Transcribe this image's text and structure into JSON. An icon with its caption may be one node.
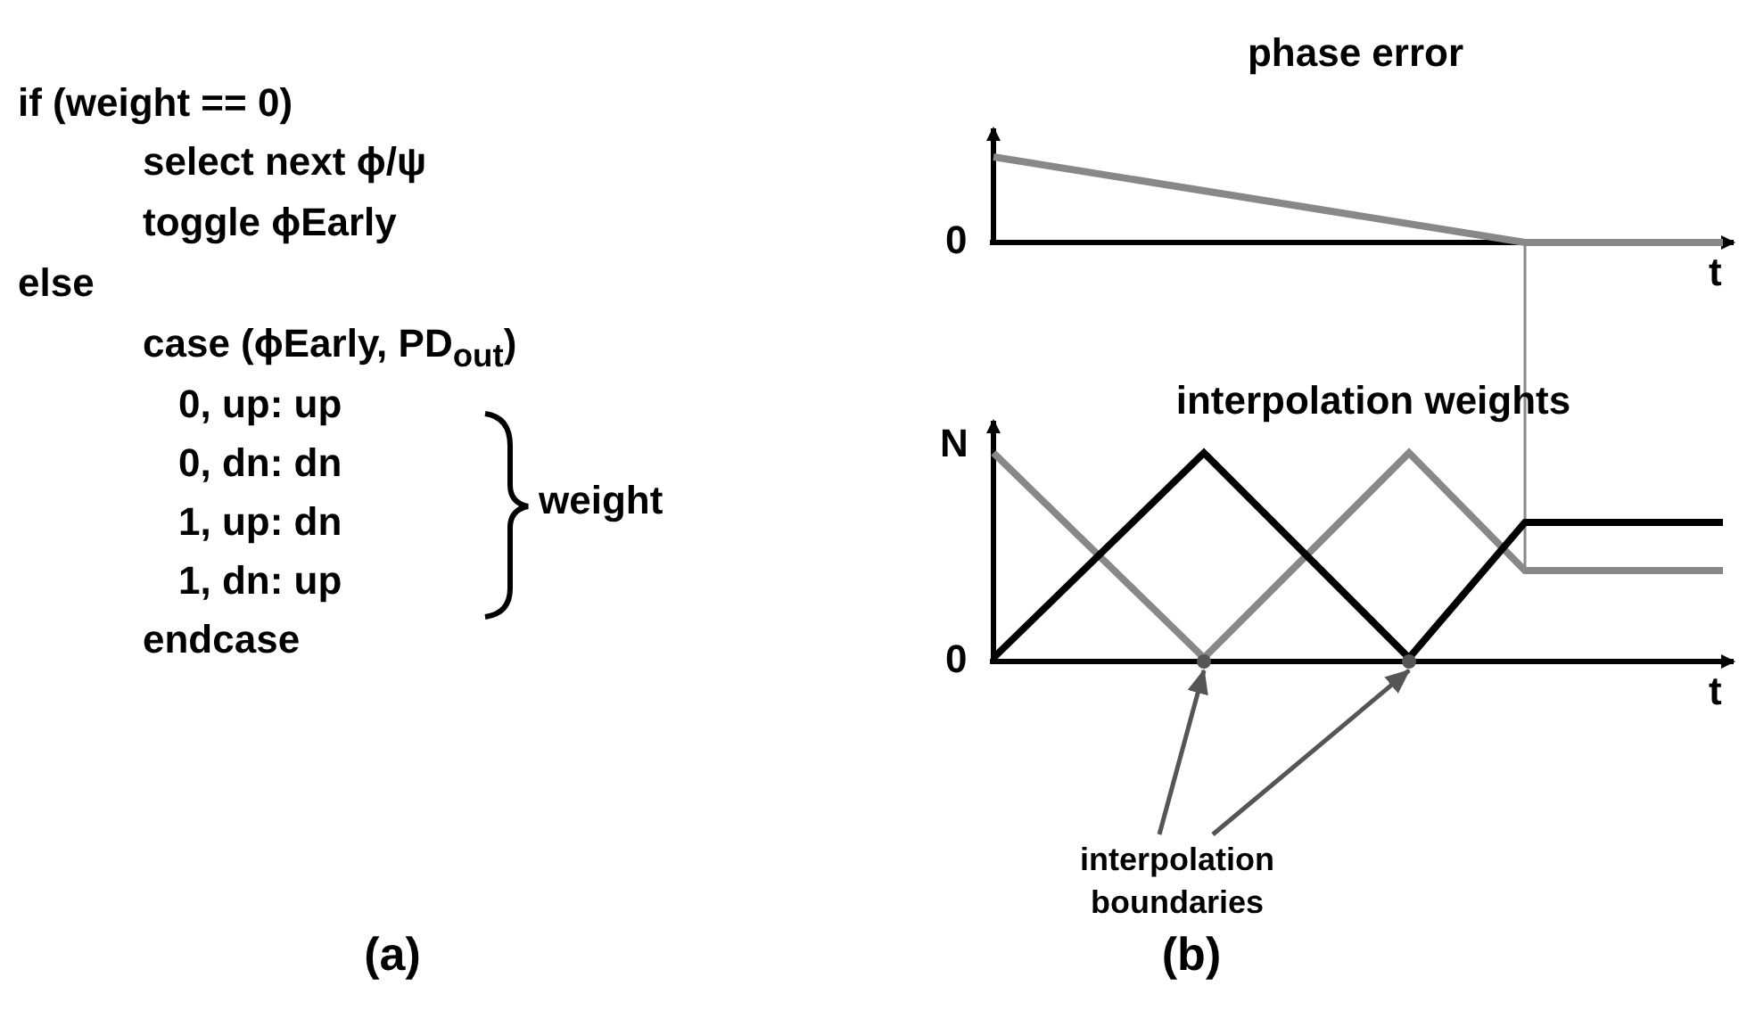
{
  "diagram": {
    "nodes": [
      {
        "text": [
          "interpolation boundaries"
        ]
      },
      {
        "text": [],
        "shape": "point"
      },
      {
        "text": [],
        "shape": "point"
      }
    ],
    "edges": [
      {
        "from": 0,
        "to": 1,
        "arrow": "to"
      },
      {
        "from": 0,
        "to": 2,
        "arrow": "to"
      }
    ],
    "labels": [
      "if (weight == 0)",
      "select next ϕ/ψ",
      "toggle ϕEarly",
      "else",
      "case (ϕEarly, PD$_{out}$)",
      "0, up: up",
      "0, dn: dn",
      "1, up: dn",
      "1, dn: up",
      "endcase",
      "weight",
      "phase error",
      "0",
      "t",
      "interpolation weights",
      "N",
      "0",
      "t",
      "(a)",
      "(b)"
    ]
  }
}
